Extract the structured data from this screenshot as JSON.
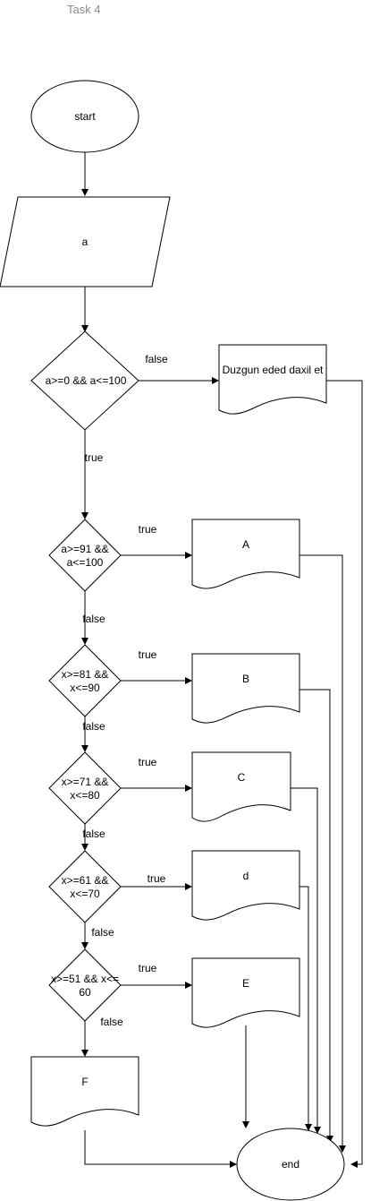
{
  "title": "Task 4",
  "nodes": {
    "start": "start",
    "input": "a",
    "cond_range": [
      "a>=0 && a<=100"
    ],
    "invalid": "Duzgun eded daxil et",
    "cond_a": [
      "a>=91 &&",
      "a<=100"
    ],
    "out_a": "A",
    "cond_b": [
      "x>=81 &&",
      "x<=90"
    ],
    "out_b": "B",
    "cond_c": [
      "x>=71 &&",
      "x<=80"
    ],
    "out_c": "C",
    "cond_d": [
      "x>=61 &&",
      "x<=70"
    ],
    "out_d": "d",
    "cond_e": [
      "x>=51 && x<=",
      "60"
    ],
    "out_e": "E",
    "out_f": "F",
    "end": "end"
  },
  "edge_labels": {
    "true": "true",
    "false": "false"
  }
}
